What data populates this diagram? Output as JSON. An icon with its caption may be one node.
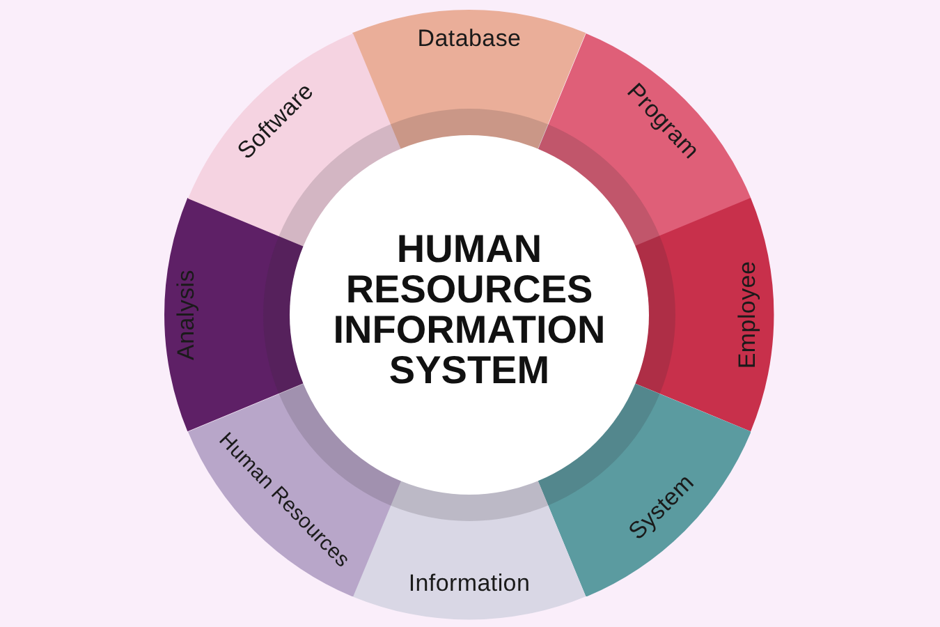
{
  "diagram": {
    "nodes": [
      {
        "text": [
          "HUMAN RESOURCES INFORMATION SYSTEM"
        ]
      },
      {
        "text": [
          "Database"
        ]
      },
      {
        "text": [
          "Program"
        ]
      },
      {
        "text": [
          "Employee"
        ]
      },
      {
        "text": [
          "System"
        ]
      },
      {
        "text": [
          "Information"
        ]
      },
      {
        "text": [
          "Human Resources"
        ]
      },
      {
        "text": [
          "Analysis"
        ]
      },
      {
        "text": [
          "Software"
        ]
      }
    ]
  }
}
